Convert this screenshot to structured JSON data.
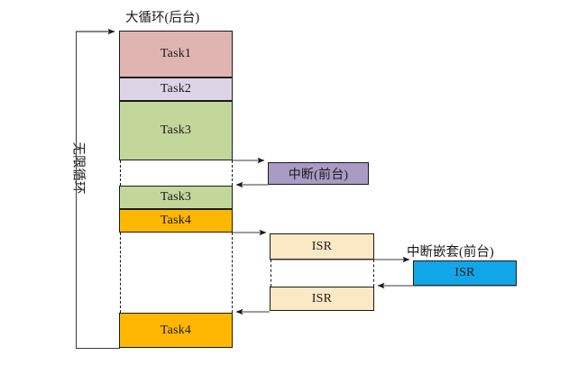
{
  "diagram": {
    "title_main": "大循环(后台)",
    "title_interrupt": "中断(前台)",
    "title_nested": "中断嵌套(前台)",
    "loop_label": "无限循环",
    "caption": "",
    "colors": {
      "task1": "#e0b4b0",
      "task2": "#ddd5e7",
      "task3": "#c4d79b",
      "task4": "#ffb703",
      "interrupt": "#a99bc4",
      "isr": "#fbe8c5",
      "nested_isr": "#10a6e8",
      "stroke": "#1a1a1a"
    },
    "main_blocks": [
      {
        "name": "task1",
        "label": "Task1",
        "color": "#e0b4b0"
      },
      {
        "name": "task2",
        "label": "Task2",
        "color": "#ddd5e7"
      },
      {
        "name": "task3-first",
        "label": "Task3",
        "color": "#c4d79b"
      },
      {
        "name": "task3-resume",
        "label": "Task3",
        "color": "#c4d79b"
      },
      {
        "name": "task4-first",
        "label": "Task4",
        "color": "#ffb703"
      },
      {
        "name": "task4-resume",
        "label": "Task4",
        "color": "#ffb703"
      }
    ],
    "interrupt_block": {
      "label": "中断(前台)",
      "color": "#a99bc4"
    },
    "isr_blocks": [
      {
        "name": "isr-upper",
        "label": "ISR",
        "color": "#fbe8c5"
      },
      {
        "name": "isr-lower",
        "label": "ISR",
        "color": "#fbe8c5"
      }
    ],
    "nested_isr_block": {
      "label": "ISR",
      "color": "#10a6e8"
    }
  }
}
